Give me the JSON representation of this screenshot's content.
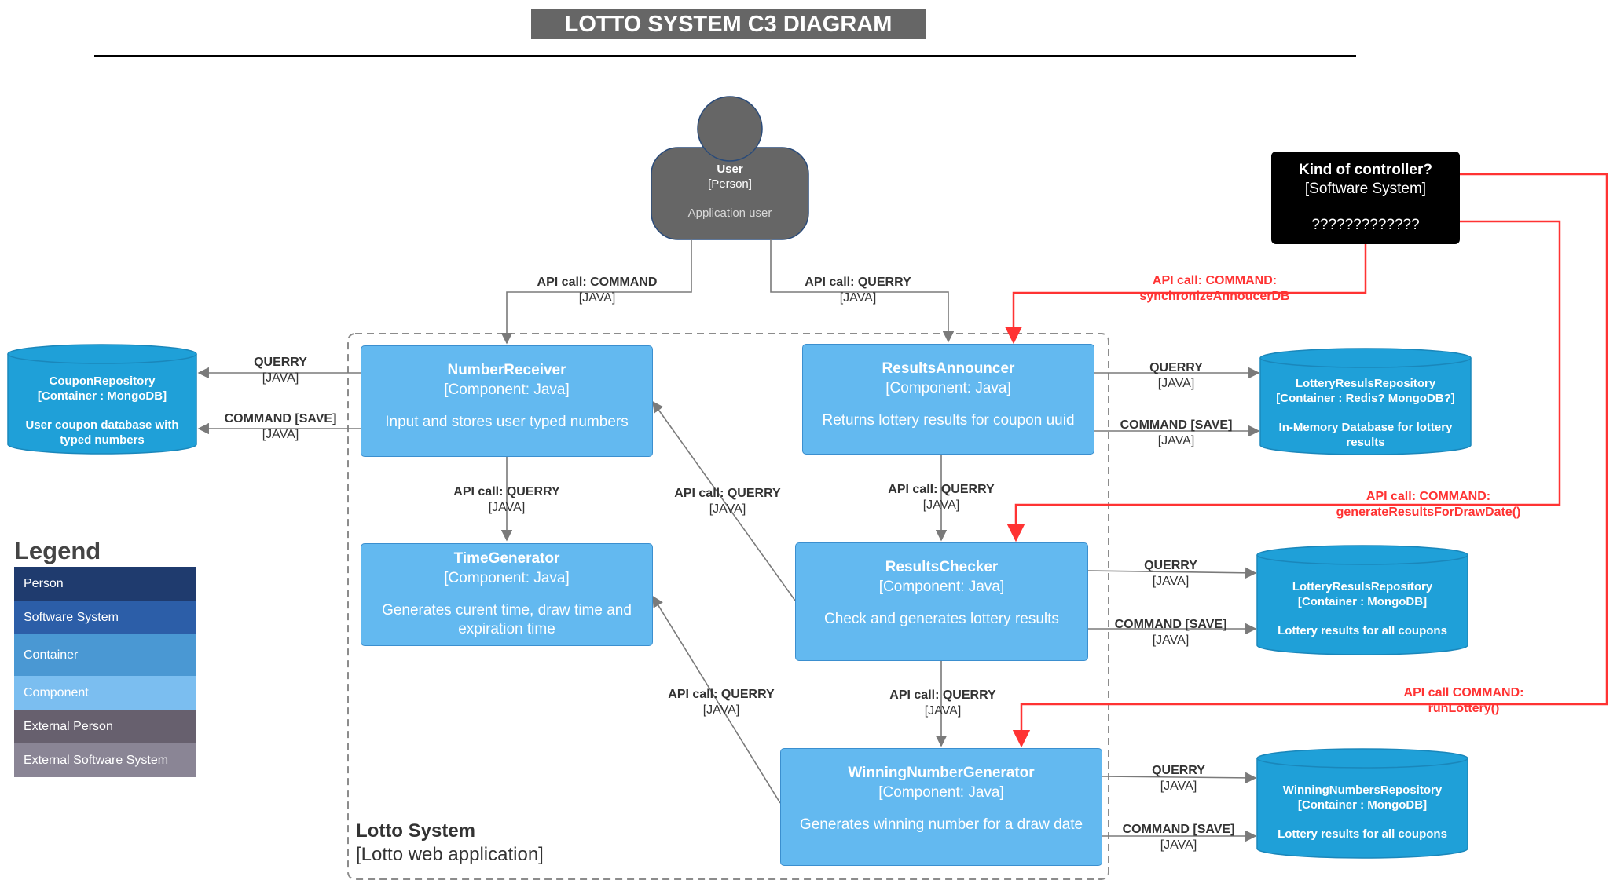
{
  "title": "LOTTO SYSTEM C3 DIAGRAM",
  "boundary": {
    "name": "Lotto System",
    "type": "[Lotto web application]"
  },
  "user": {
    "name": "User",
    "type": "[Person]",
    "description": "Application user"
  },
  "controller": {
    "name": "Kind of controller?",
    "type": "[Software System]",
    "description": "?????????????"
  },
  "components": {
    "number_receiver": {
      "name": "NumberReceiver",
      "type": "[Component: Java]",
      "description": "Input and stores user typed numbers"
    },
    "results_announcer": {
      "name": "ResultsAnnouncer",
      "type": "[Component: Java]",
      "description": "Returns lottery results for coupon uuid"
    },
    "time_generator": {
      "name": "TimeGenerator",
      "type": "[Component: Java]",
      "description": "Generates curent time, draw time and expiration time"
    },
    "results_checker": {
      "name": "ResultsChecker",
      "type": "[Component: Java]",
      "description": "Check and generates lottery results"
    },
    "winning_number_generator": {
      "name": "WinningNumberGenerator",
      "type": "[Component: Java]",
      "description": "Generates winning number for a draw date"
    }
  },
  "databases": {
    "coupon_repo": {
      "name": "CouponRepository",
      "type": "[Container : MongoDB]",
      "description": "User coupon database with typed numbers"
    },
    "lottery_repo_redis": {
      "name": "LotteryResulsRepository",
      "type": "[Container : Redis? MongoDB?]",
      "description": "In-Memory Database for lottery results"
    },
    "lottery_repo_mongo": {
      "name": "LotteryResulsRepository",
      "type": "[Container : MongoDB]",
      "description": "Lottery results for all coupons"
    },
    "winning_repo": {
      "name": "WinningNumbersRepository",
      "type": "[Container : MongoDB]",
      "description": "Lottery results for all coupons"
    }
  },
  "edge_labels": {
    "user_cmd": {
      "action": "API call: COMMAND",
      "tech": "[JAVA]"
    },
    "user_query": {
      "action": "API call: QUERRY",
      "tech": "[JAVA]"
    },
    "coupon_query": {
      "action": "QUERRY",
      "tech": "[JAVA]"
    },
    "coupon_save": {
      "action": "COMMAND [SAVE]",
      "tech": "[JAVA]"
    },
    "nr_time": {
      "action": "API call: QUERRY",
      "tech": "[JAVA]"
    },
    "rc_nr": {
      "action": "API call: QUERRY",
      "tech": "[JAVA]"
    },
    "ra_rc": {
      "action": "API call: QUERRY",
      "tech": "[JAVA]"
    },
    "wng_time": {
      "action": "API call: QUERRY",
      "tech": "[JAVA]"
    },
    "rc_wng": {
      "action": "API call: QUERRY",
      "tech": "[JAVA]"
    },
    "ra_query": {
      "action": "QUERRY",
      "tech": "[JAVA]"
    },
    "ra_save": {
      "action": "COMMAND [SAVE]",
      "tech": "[JAVA]"
    },
    "rc_query": {
      "action": "QUERRY",
      "tech": "[JAVA]"
    },
    "rc_save": {
      "action": "COMMAND [SAVE]",
      "tech": "[JAVA]"
    },
    "wng_query": {
      "action": "QUERRY",
      "tech": "[JAVA]"
    },
    "wng_save": {
      "action": "COMMAND [SAVE]",
      "tech": "[JAVA]"
    },
    "ctrl_sync": {
      "line1": "API call: COMMAND:",
      "line2": "synchronizeAnnoucerDB"
    },
    "ctrl_generate": {
      "line1": "API call: COMMAND:",
      "line2": "generateResultsForDrawDate()"
    },
    "ctrl_run": {
      "line1": "API call COMMAND:",
      "line2": "runLottery()"
    }
  },
  "legend": {
    "title": "Legend",
    "items": [
      {
        "label": "Person",
        "color": "#1f3b6e"
      },
      {
        "label": "Software System",
        "color": "#2c5ea8"
      },
      {
        "label": "Container",
        "color": "#4a98d3"
      },
      {
        "label": "Component",
        "color": "#7bbef0"
      },
      {
        "label": "External Person",
        "color": "#67606e"
      },
      {
        "label": "External Software System",
        "color": "#8a8595"
      }
    ]
  }
}
